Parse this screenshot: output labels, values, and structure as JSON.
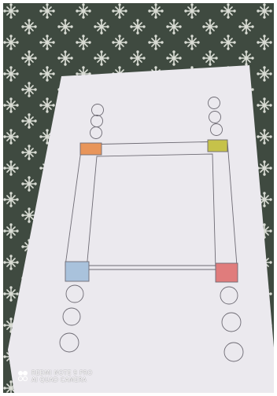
{
  "photo": {
    "subject": "paper-sheet-sketch-on-tablecloth",
    "colors": {
      "tablecloth": "#3f4a40",
      "tablecloth_pattern": "#d9dcd4",
      "paper": "#ebe9ee",
      "pencil_line": "#6e6b74",
      "corner_top_left": "#e8955a",
      "corner_top_right": "#c6c24a",
      "corner_bottom_left": "#a9c2dc",
      "corner_bottom_right": "#e07c7c"
    }
  },
  "watermark": {
    "line1": "REDMI NOTE 9 PRO",
    "line2": "AI QUAD CAMERA",
    "icon": "camera-lens-icon"
  }
}
